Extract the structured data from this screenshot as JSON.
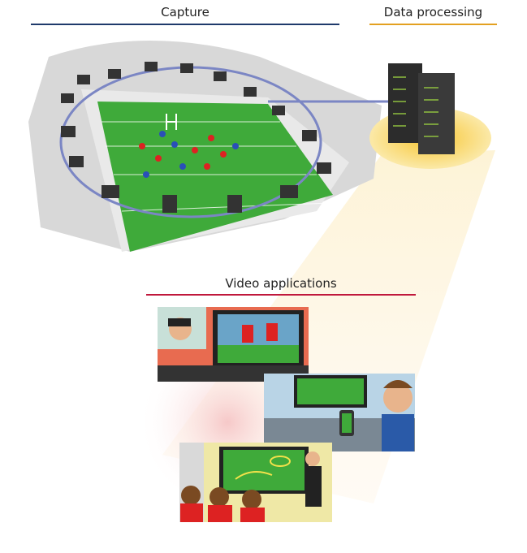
{
  "headings": {
    "capture": "Capture",
    "data_processing": "Data processing",
    "video_applications": "Video applications"
  },
  "colors": {
    "capture_line": "#1f3a6b",
    "data_line": "#e3a020",
    "video_line": "#c0183c",
    "field": "#3faa3a",
    "server_glow": "#f7c530"
  }
}
